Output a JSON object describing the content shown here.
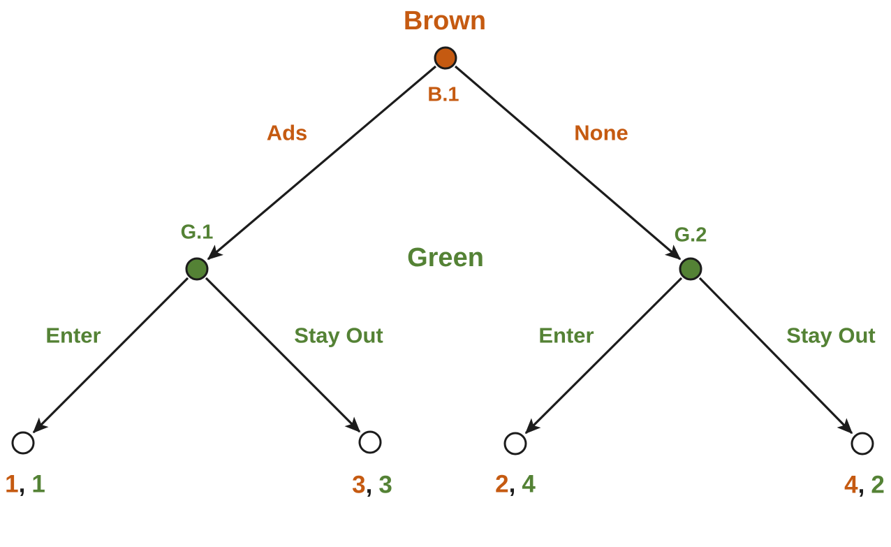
{
  "diagram": {
    "type": "game-tree",
    "colors": {
      "brown": "#c55a11",
      "green": "#548235",
      "edge": "#1c1c1c",
      "white": "#ffffff"
    },
    "players": [
      {
        "name": "Brown",
        "color": "#c55a11"
      },
      {
        "name": "Green",
        "color": "#548235"
      }
    ],
    "titles": {
      "top_player": "Brown",
      "middle_player": "Green"
    },
    "nodes": {
      "b1": {
        "label": "B.1",
        "player": "Brown"
      },
      "g1": {
        "label": "G.1",
        "player": "Green"
      },
      "g2": {
        "label": "G.2",
        "player": "Green"
      }
    },
    "edges": {
      "ads": {
        "label": "Ads",
        "from": "B.1",
        "to": "G.1"
      },
      "none": {
        "label": "None",
        "from": "B.1",
        "to": "G.2"
      },
      "enter_left": {
        "label": "Enter",
        "from": "G.1",
        "to": "outcome 1,1"
      },
      "stay_out_left": {
        "label": "Stay Out",
        "from": "G.1",
        "to": "outcome 3,3"
      },
      "enter_right": {
        "label": "Enter",
        "from": "G.2",
        "to": "outcome 2,4"
      },
      "stay_out_right": {
        "label": "Stay Out",
        "from": "G.2",
        "to": "outcome 4,2"
      }
    },
    "payoff_separator": ",",
    "payoffs": [
      {
        "path": "Ads / Enter",
        "brown": "1",
        "green": "1"
      },
      {
        "path": "Ads / Stay Out",
        "brown": "3",
        "green": "3"
      },
      {
        "path": "None / Enter",
        "brown": "2",
        "green": "4"
      },
      {
        "path": "None / Stay Out",
        "brown": "4",
        "green": "2"
      }
    ]
  }
}
